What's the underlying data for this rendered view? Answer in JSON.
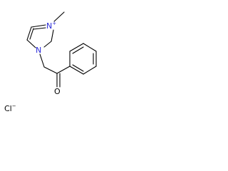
{
  "molecule": {
    "atoms": {
      "n_methyl": {
        "symbol": "N",
        "charge": "+"
      },
      "n_ring": {
        "symbol": "N"
      },
      "oxygen": {
        "symbol": "O"
      }
    },
    "counter_ion": {
      "symbol": "Cl",
      "charge": "−"
    }
  },
  "colors": {
    "nitrogen": "#2b2bd9",
    "bond": "#000000",
    "background": "#ffffff"
  }
}
